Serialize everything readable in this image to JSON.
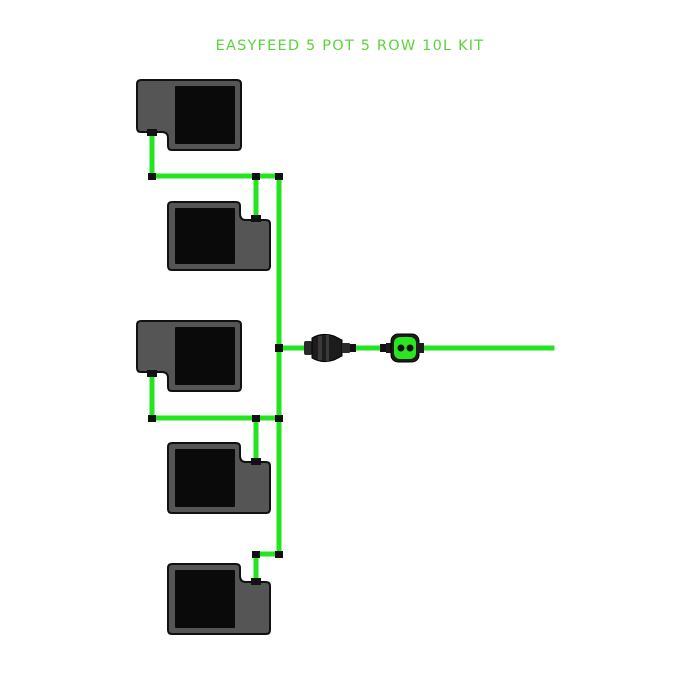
{
  "title": "EASYFEED 5 POT 5 ROW 10L KIT",
  "colors": {
    "title": "#5ad43a",
    "tube": "#22e51f",
    "tube_dark": "#11a810",
    "pot_body": "#555555",
    "pot_outline": "#111111",
    "pot_reservoir": "#0a0a0a",
    "connector": "#111111",
    "filter_body": "#1c1c1c",
    "valve_green": "#2be522",
    "background": "#ffffff"
  },
  "pots": [
    {
      "name": "pot-1",
      "facing": "left"
    },
    {
      "name": "pot-2",
      "facing": "right"
    },
    {
      "name": "pot-3",
      "facing": "left"
    },
    {
      "name": "pot-4",
      "facing": "right"
    },
    {
      "name": "pot-5",
      "facing": "right"
    }
  ],
  "components": {
    "filter": "inline-filter",
    "valve": "float-valve"
  }
}
